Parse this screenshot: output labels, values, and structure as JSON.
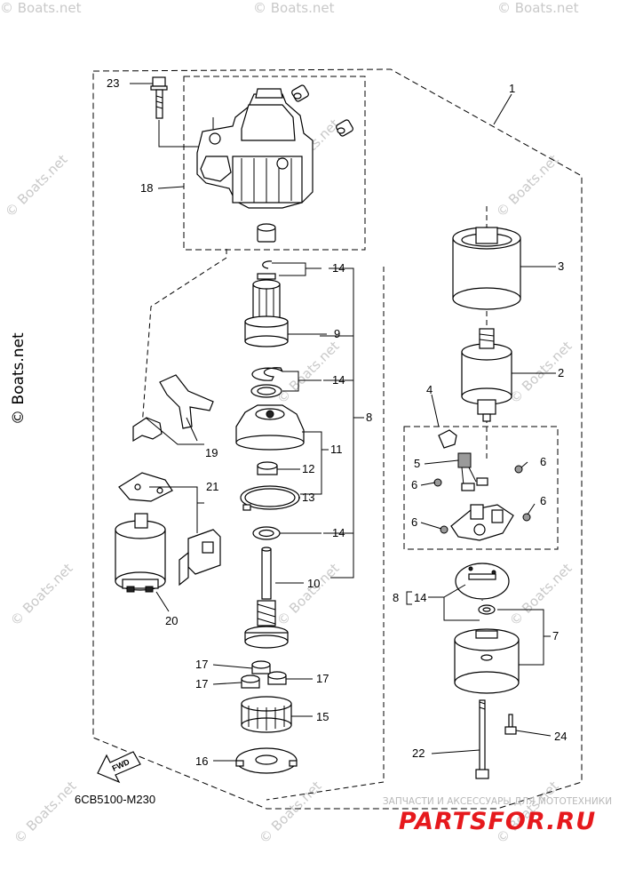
{
  "watermarks": {
    "corner": "© Boats.net",
    "side": "© Boats.net"
  },
  "callouts": {
    "c1": "1",
    "c2": "2",
    "c3": "3",
    "c4": "4",
    "c5": "5",
    "c6a": "6",
    "c6b": "6",
    "c6c": "6",
    "c6d": "6",
    "c7": "7",
    "c8": "8",
    "c8b": "8",
    "c9": "9",
    "c10": "10",
    "c11": "11",
    "c12": "12",
    "c13": "13",
    "c14a": "14",
    "c14b": "14",
    "c14c": "14",
    "c14d": "14",
    "c15": "15",
    "c16": "16",
    "c17a": "17",
    "c17b": "17",
    "c17c": "17",
    "c18": "18",
    "c19": "19",
    "c20": "20",
    "c21": "21",
    "c22": "22",
    "c23": "23",
    "c24": "24"
  },
  "fwd_label": "FWD",
  "diagram_code": "6CB5100-M230",
  "brand": {
    "tagline": "ЗАПЧАСТИ И АКСЕССУАРЫ ДЛЯ МОТОТЕХНИКИ",
    "name": "PARTSFOR.RU"
  }
}
